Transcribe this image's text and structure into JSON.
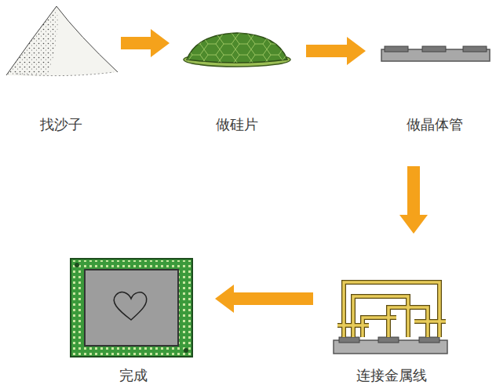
{
  "diagram": {
    "nodes": [
      {
        "text": [
          "找沙子"
        ]
      },
      {
        "text": [
          "做硅片"
        ]
      },
      {
        "text": [
          "做晶体管"
        ]
      },
      {
        "text": [
          "连接金属线"
        ]
      },
      {
        "text": [
          "完成"
        ]
      }
    ],
    "edges": [
      {
        "from": 0,
        "to": 1,
        "arrow": "to"
      },
      {
        "from": 1,
        "to": 2,
        "arrow": "to"
      },
      {
        "from": 2,
        "to": 3,
        "arrow": "to"
      },
      {
        "from": 3,
        "to": 4,
        "arrow": "to"
      }
    ]
  }
}
